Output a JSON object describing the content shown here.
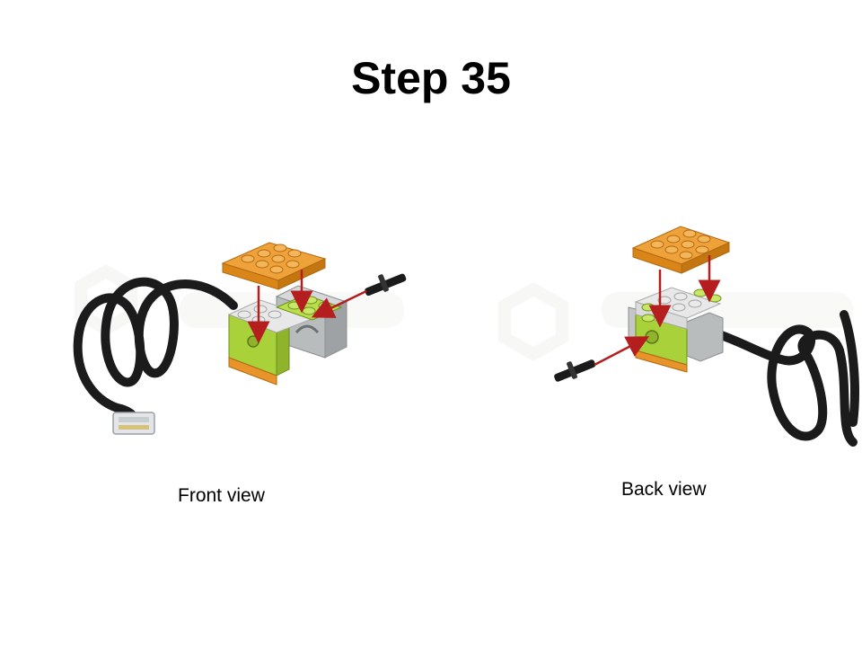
{
  "slide": {
    "title": "Step 35",
    "views": [
      {
        "caption": "Front view"
      },
      {
        "caption": "Back view"
      }
    ]
  },
  "colors": {
    "plate_orange": "#f0a23a",
    "brick_green": "#a9d13a",
    "brick_white": "#e8e8e8",
    "brick_gray": "#b9bcbd",
    "cable_black": "#1b1b1b",
    "arrow_red": "#b51e1e",
    "watermark": "#f1f3ef"
  },
  "icons": [
    "lego-orange-plate",
    "lego-green-brick",
    "lego-motor-body",
    "lego-cable",
    "lego-connector-plug",
    "lego-axle-pin",
    "assembly-arrow"
  ]
}
